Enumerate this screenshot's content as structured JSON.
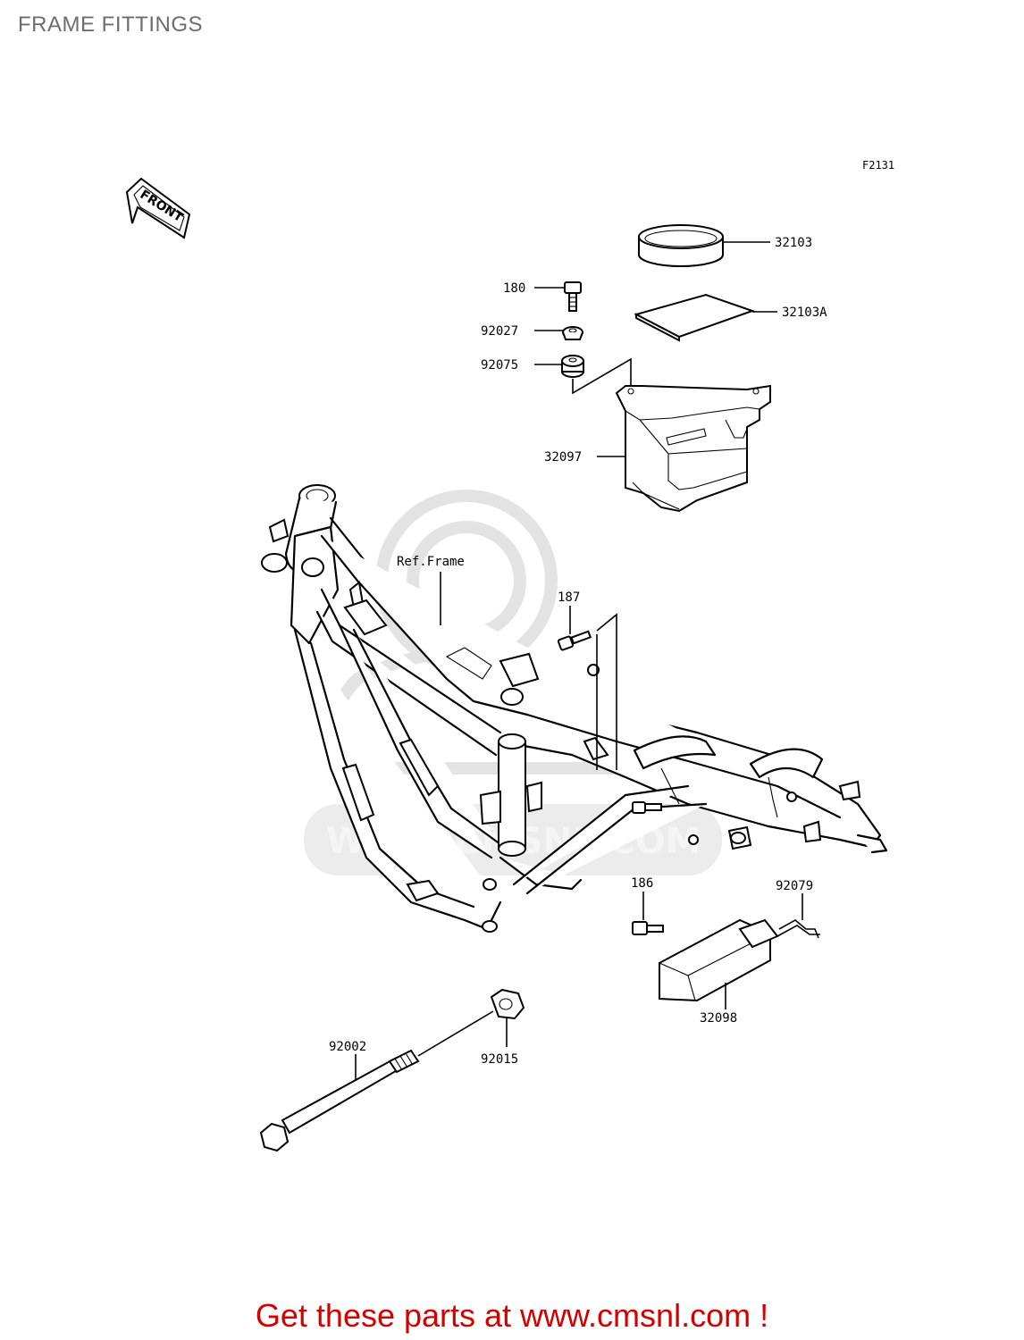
{
  "title": "FRAME FITTINGS",
  "diagram_code": "F2131",
  "front_marker": "FRONT",
  "reference_label": "Ref.Frame",
  "parts": {
    "p32103": "32103",
    "p32103A": "32103A",
    "p180": "180",
    "p92027": "92027",
    "p92075": "92075",
    "p32097": "32097",
    "p187": "187",
    "p186": "186",
    "p92079": "92079",
    "p32098": "32098",
    "p92002": "92002",
    "p92015": "92015"
  },
  "watermark_text": "WWW.CMSNL.COM",
  "footer_text": "Get these parts at www.cmsnl.com !",
  "colors": {
    "title": "#6d6d6d",
    "footer": "#d40000",
    "watermark": "#e3e3e3"
  }
}
